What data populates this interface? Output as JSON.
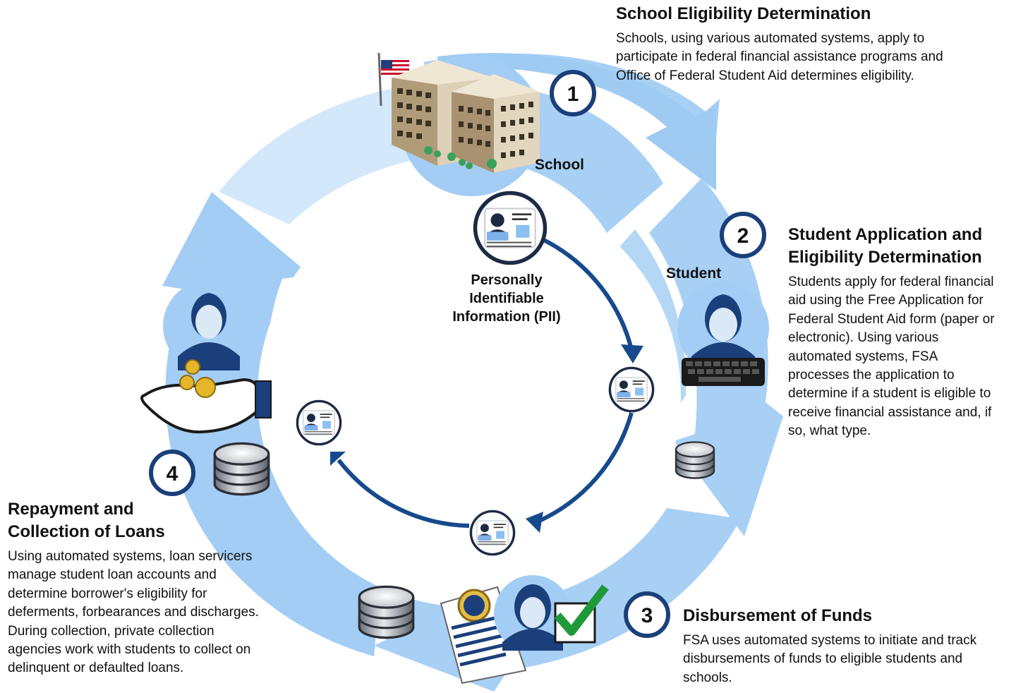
{
  "steps": [
    {
      "number": "1",
      "title": "School Eligibility Determination",
      "description": "Schools, using various automated systems, apply to participate in federal financial assistance programs and Office of Federal Student Aid determines eligibility."
    },
    {
      "number": "2",
      "title_line1": "Student Application and",
      "title_line2": "Eligibility Determination",
      "description": "Students apply for federal financial aid using the Free Application for Federal Student Aid form (paper or electronic). Using various automated systems, FSA processes the application to determine if a student is eligible to receive financial assistance and, if so, what type."
    },
    {
      "number": "3",
      "title": "Disbursement of Funds",
      "description": "FSA uses automated systems to initiate and track disbursements of funds to eligible students and schools."
    },
    {
      "number": "4",
      "title_line1": "Repayment and",
      "title_line2": "Collection of Loans",
      "description": "Using automated systems, loan servicers manage student loan accounts and determine borrower's eligibility for deferments, forbearances and discharges. During collection, private collection agencies work with students to collect on delinquent or defaulted loans."
    }
  ],
  "nodes": {
    "school": "School",
    "student": "Student"
  },
  "pii": {
    "line1": "Personally",
    "line2": "Identifiable",
    "line3": "Information (PII)"
  },
  "colors": {
    "ring_light": "#a9d1f5",
    "ring_mid": "#8fc2f0",
    "ring_pale": "#cfe5fa",
    "navy": "#1b3f7a",
    "pii_ring": "#164a8c",
    "check_green": "#1f9a3a",
    "coin_gold": "#e5b52a"
  }
}
